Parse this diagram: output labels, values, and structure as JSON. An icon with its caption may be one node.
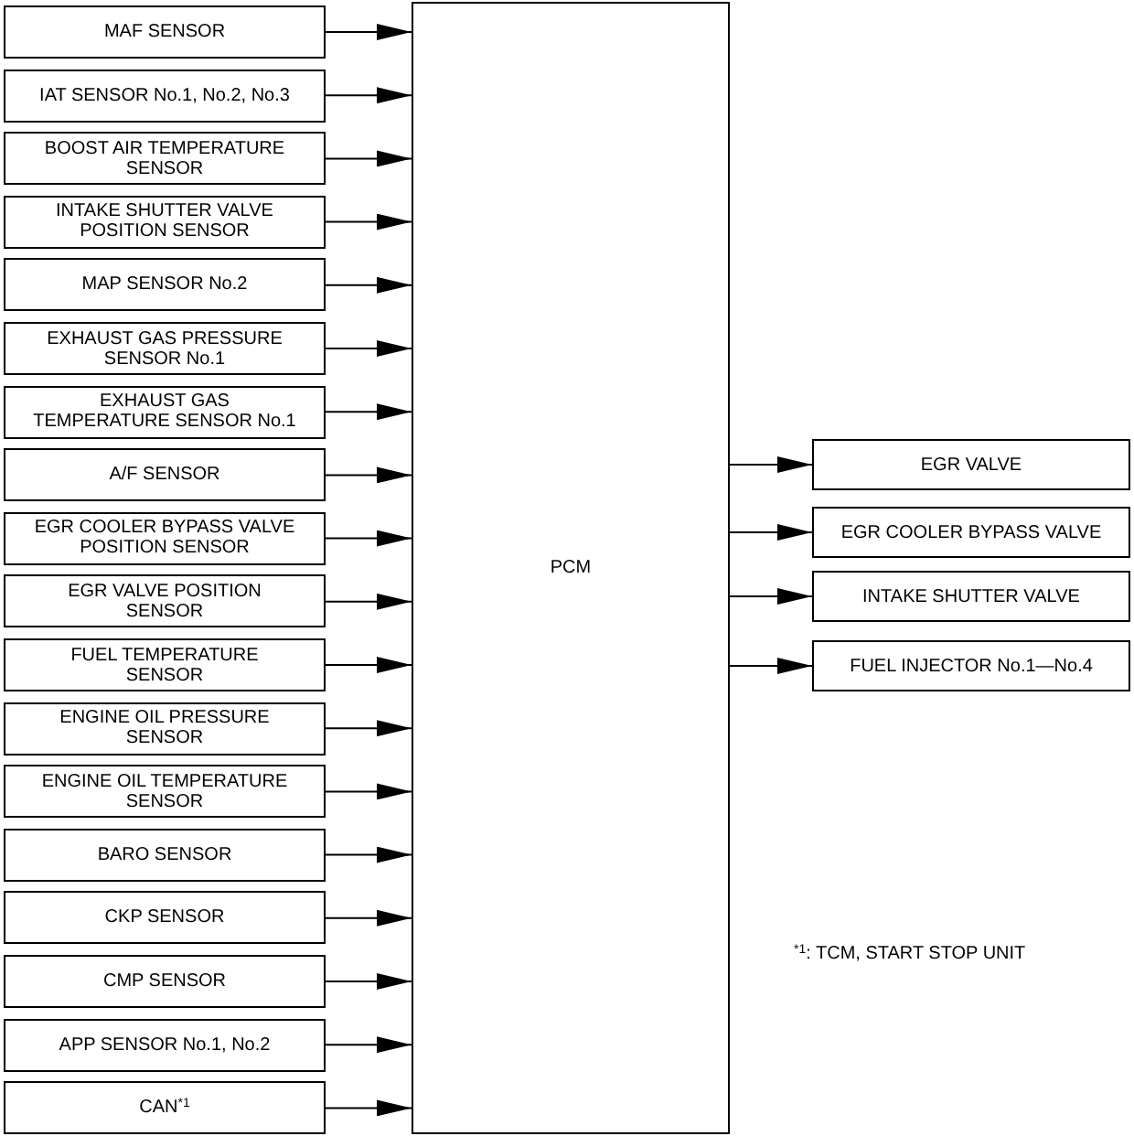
{
  "diagram": {
    "nodes": [
      {
        "text": [
          "MAF SENSOR"
        ]
      },
      {
        "text": [
          "IAT SENSOR No.1, No.2, No.3"
        ]
      },
      {
        "text": [
          "BOOST AIR TEMPERATURE SENSOR"
        ]
      },
      {
        "text": [
          "INTAKE SHUTTER VALVE POSITION SENSOR"
        ]
      },
      {
        "text": [
          "MAP SENSOR No.2"
        ]
      },
      {
        "text": [
          "EXHAUST GAS PRESSURE SENSOR No.1"
        ]
      },
      {
        "text": [
          "EXHAUST GAS TEMPERATURE SENSOR No.1"
        ]
      },
      {
        "text": [
          "A/F SENSOR"
        ]
      },
      {
        "text": [
          "EGR COOLER BYPASS VALVE POSITION SENSOR"
        ]
      },
      {
        "text": [
          "EGR VALVE POSITION SENSOR"
        ]
      },
      {
        "text": [
          "FUEL TEMPERATURE SENSOR"
        ]
      },
      {
        "text": [
          "ENGINE OIL PRESSURE SENSOR"
        ]
      },
      {
        "text": [
          "ENGINE OIL TEMPERATURE SENSOR"
        ]
      },
      {
        "text": [
          "BARO SENSOR"
        ]
      },
      {
        "text": [
          "CKP SENSOR"
        ]
      },
      {
        "text": [
          "CMP SENSOR"
        ]
      },
      {
        "text": [
          "APP SENSOR No.1, No.2"
        ]
      },
      {
        "text": [
          "CAN$^{*1}$"
        ]
      },
      {
        "text": [
          "PCM"
        ]
      },
      {
        "text": [
          "EGR VALVE"
        ]
      },
      {
        "text": [
          "EGR COOLER BYPASS VALVE"
        ]
      },
      {
        "text": [
          "INTAKE SHUTTER VALVE"
        ]
      },
      {
        "text": [
          "FUEL INJECTOR No.1—No.4"
        ]
      }
    ],
    "edges": [
      {
        "from": 0,
        "to": 18,
        "arrow": "to"
      },
      {
        "from": 1,
        "to": 18,
        "arrow": "to"
      },
      {
        "from": 2,
        "to": 18,
        "arrow": "to"
      },
      {
        "from": 3,
        "to": 18,
        "arrow": "to"
      },
      {
        "from": 4,
        "to": 18,
        "arrow": "to"
      },
      {
        "from": 5,
        "to": 18,
        "arrow": "to"
      },
      {
        "from": 6,
        "to": 18,
        "arrow": "to"
      },
      {
        "from": 7,
        "to": 18,
        "arrow": "to"
      },
      {
        "from": 8,
        "to": 18,
        "arrow": "to"
      },
      {
        "from": 9,
        "to": 18,
        "arrow": "to"
      },
      {
        "from": 10,
        "to": 18,
        "arrow": "to"
      },
      {
        "from": 11,
        "to": 18,
        "arrow": "to"
      },
      {
        "from": 12,
        "to": 18,
        "arrow": "to"
      },
      {
        "from": 13,
        "to": 18,
        "arrow": "to"
      },
      {
        "from": 14,
        "to": 18,
        "arrow": "to"
      },
      {
        "from": 15,
        "to": 18,
        "arrow": "to"
      },
      {
        "from": 16,
        "to": 18,
        "arrow": "to"
      },
      {
        "from": 17,
        "to": 18,
        "arrow": "to"
      },
      {
        "from": 18,
        "to": 19,
        "arrow": "to"
      },
      {
        "from": 18,
        "to": 20,
        "arrow": "to"
      },
      {
        "from": 18,
        "to": 21,
        "arrow": "to"
      },
      {
        "from": 18,
        "to": 22,
        "arrow": "to"
      }
    ],
    "labels": [
      "$^{*1}$: TCM, START STOP UNIT"
    ]
  }
}
